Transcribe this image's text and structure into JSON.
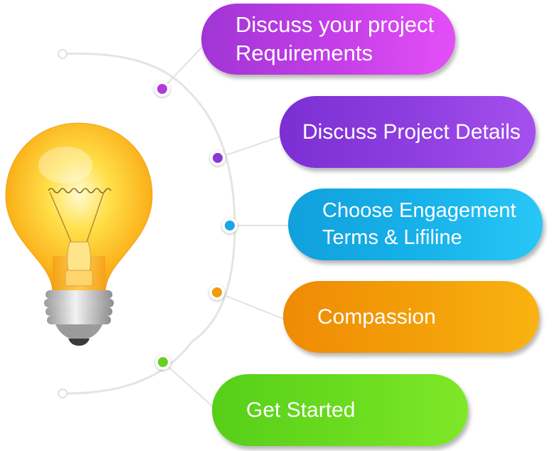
{
  "steps": [
    {
      "lines": [
        "Discuss your project",
        "Requirements"
      ],
      "color": "#b33de2",
      "dot_color": "#b13ad9"
    },
    {
      "lines": [
        "Discuss Project Details"
      ],
      "color": "#8a3bdc",
      "dot_color": "#8a38d8"
    },
    {
      "lines": [
        "Choose Engagement",
        "Terms & Lifiline"
      ],
      "color": "#18b1e8",
      "dot_color": "#1aa6e6"
    },
    {
      "lines": [
        "Compassion"
      ],
      "color": "#f29c0a",
      "dot_color": "#f19a0a"
    },
    {
      "lines": [
        "Get Started"
      ],
      "color": "#6ad91f",
      "dot_color": "#63d11d"
    }
  ],
  "icons": {
    "bulb": "light-bulb-icon"
  }
}
